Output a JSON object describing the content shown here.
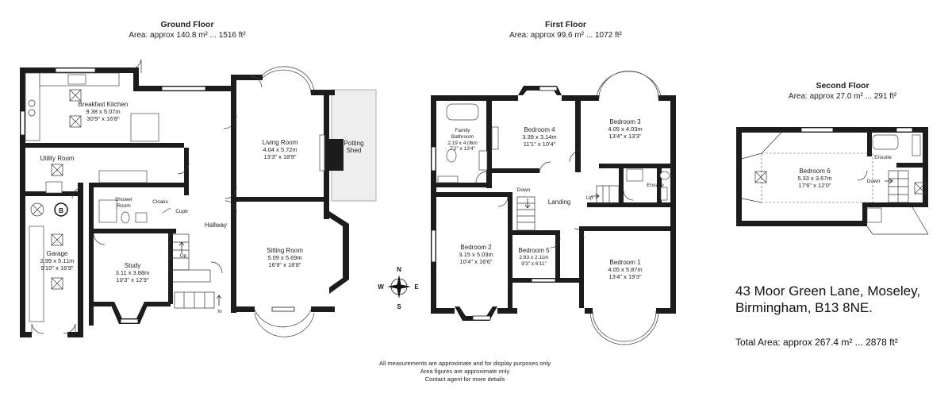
{
  "ground_floor": {
    "title": "Ground Floor",
    "area": "Area: approx 140.8 m² ... 1516 ft²",
    "breakfast_kitchen": {
      "name": "Breakfast Kitchen",
      "dim_m": "9.38 x 5.07m",
      "dim_ft": "30'9\" x 16'8\""
    },
    "living_room": {
      "name": "Living Room",
      "dim_m": "4.04 x 5.72m",
      "dim_ft": "13'3\" x 18'9\""
    },
    "utility_room": {
      "name": "Utility Room"
    },
    "shower_room": {
      "line1": "Shower",
      "line2": "Room"
    },
    "cloaks": "Cloaks",
    "cupb": "Cupb",
    "hallway": "Hallway",
    "garage": {
      "name": "Garage",
      "dim_m": "2.99 x 5.11m",
      "dim_ft": "9'10\" x 16'9\""
    },
    "boiler": "B",
    "study": {
      "name": "Study",
      "dim_m": "3.11 x 3.88m",
      "dim_ft": "10'3\" x 12'9\""
    },
    "sitting_room": {
      "name": "Sitting Room",
      "dim_m": "5.09 x 5.69m",
      "dim_ft": "16'9\" x 18'8\""
    },
    "potting_shed": {
      "line1": "Potting",
      "line2": "Shed"
    },
    "up": "Up",
    "in": "In"
  },
  "first_floor": {
    "title": "First Floor",
    "area": "Area: approx 99.6 m² ... 1072 ft²",
    "family_bathroom": {
      "line1": "Family",
      "line2": "Bathroom",
      "dim_m": "2.19 x 4.06m",
      "dim_ft": "7'2\" x 13'4\""
    },
    "bedroom4": {
      "name": "Bedroom 4",
      "dim_m": "3.39 x 3.14m",
      "dim_ft": "11'1\" x 10'4\""
    },
    "bedroom3": {
      "name": "Bedroom 3",
      "dim_m": "4.05 x 4.03m",
      "dim_ft": "13'4\" x 13'3\""
    },
    "ensuite": "Ensuite",
    "down": "Down",
    "up": "Up",
    "landing": "Landing",
    "bedroom2": {
      "name": "Bedroom 2",
      "dim_m": "3.15 x 5.03m",
      "dim_ft": "10'4\" x 16'6\""
    },
    "bedroom5": {
      "name": "Bedroom 5",
      "dim_m": "2.83 x 2.11m",
      "dim_ft": "9'3\" x 6'11\""
    },
    "bedroom1": {
      "name": "Bedroom 1",
      "dim_m": "4.05 x 5.87m",
      "dim_ft": "13'4\" x 19'3\""
    }
  },
  "second_floor": {
    "title": "Second Floor",
    "area": "Area: approx 27.0 m² ... 291 ft²",
    "ensuite": "Ensuite",
    "bedroom6": {
      "name": "Bedroom 6",
      "dim_m": "5.33 x 3.67m",
      "dim_ft": "17'6\" x 12'0\""
    },
    "down": "Down"
  },
  "compass": {
    "n": "N",
    "s": "S",
    "e": "E",
    "w": "W"
  },
  "address": {
    "line1": "43 Moor Green Lane, Moseley,",
    "line2": "Birmingham, B13 8NE."
  },
  "total_area": "Total Area: approx 267.4 m² ... 2878 ft²",
  "notes": [
    "All measurements are approximate and for display purposes only",
    "Area figures are approximate only",
    "Contact agent for more details"
  ]
}
